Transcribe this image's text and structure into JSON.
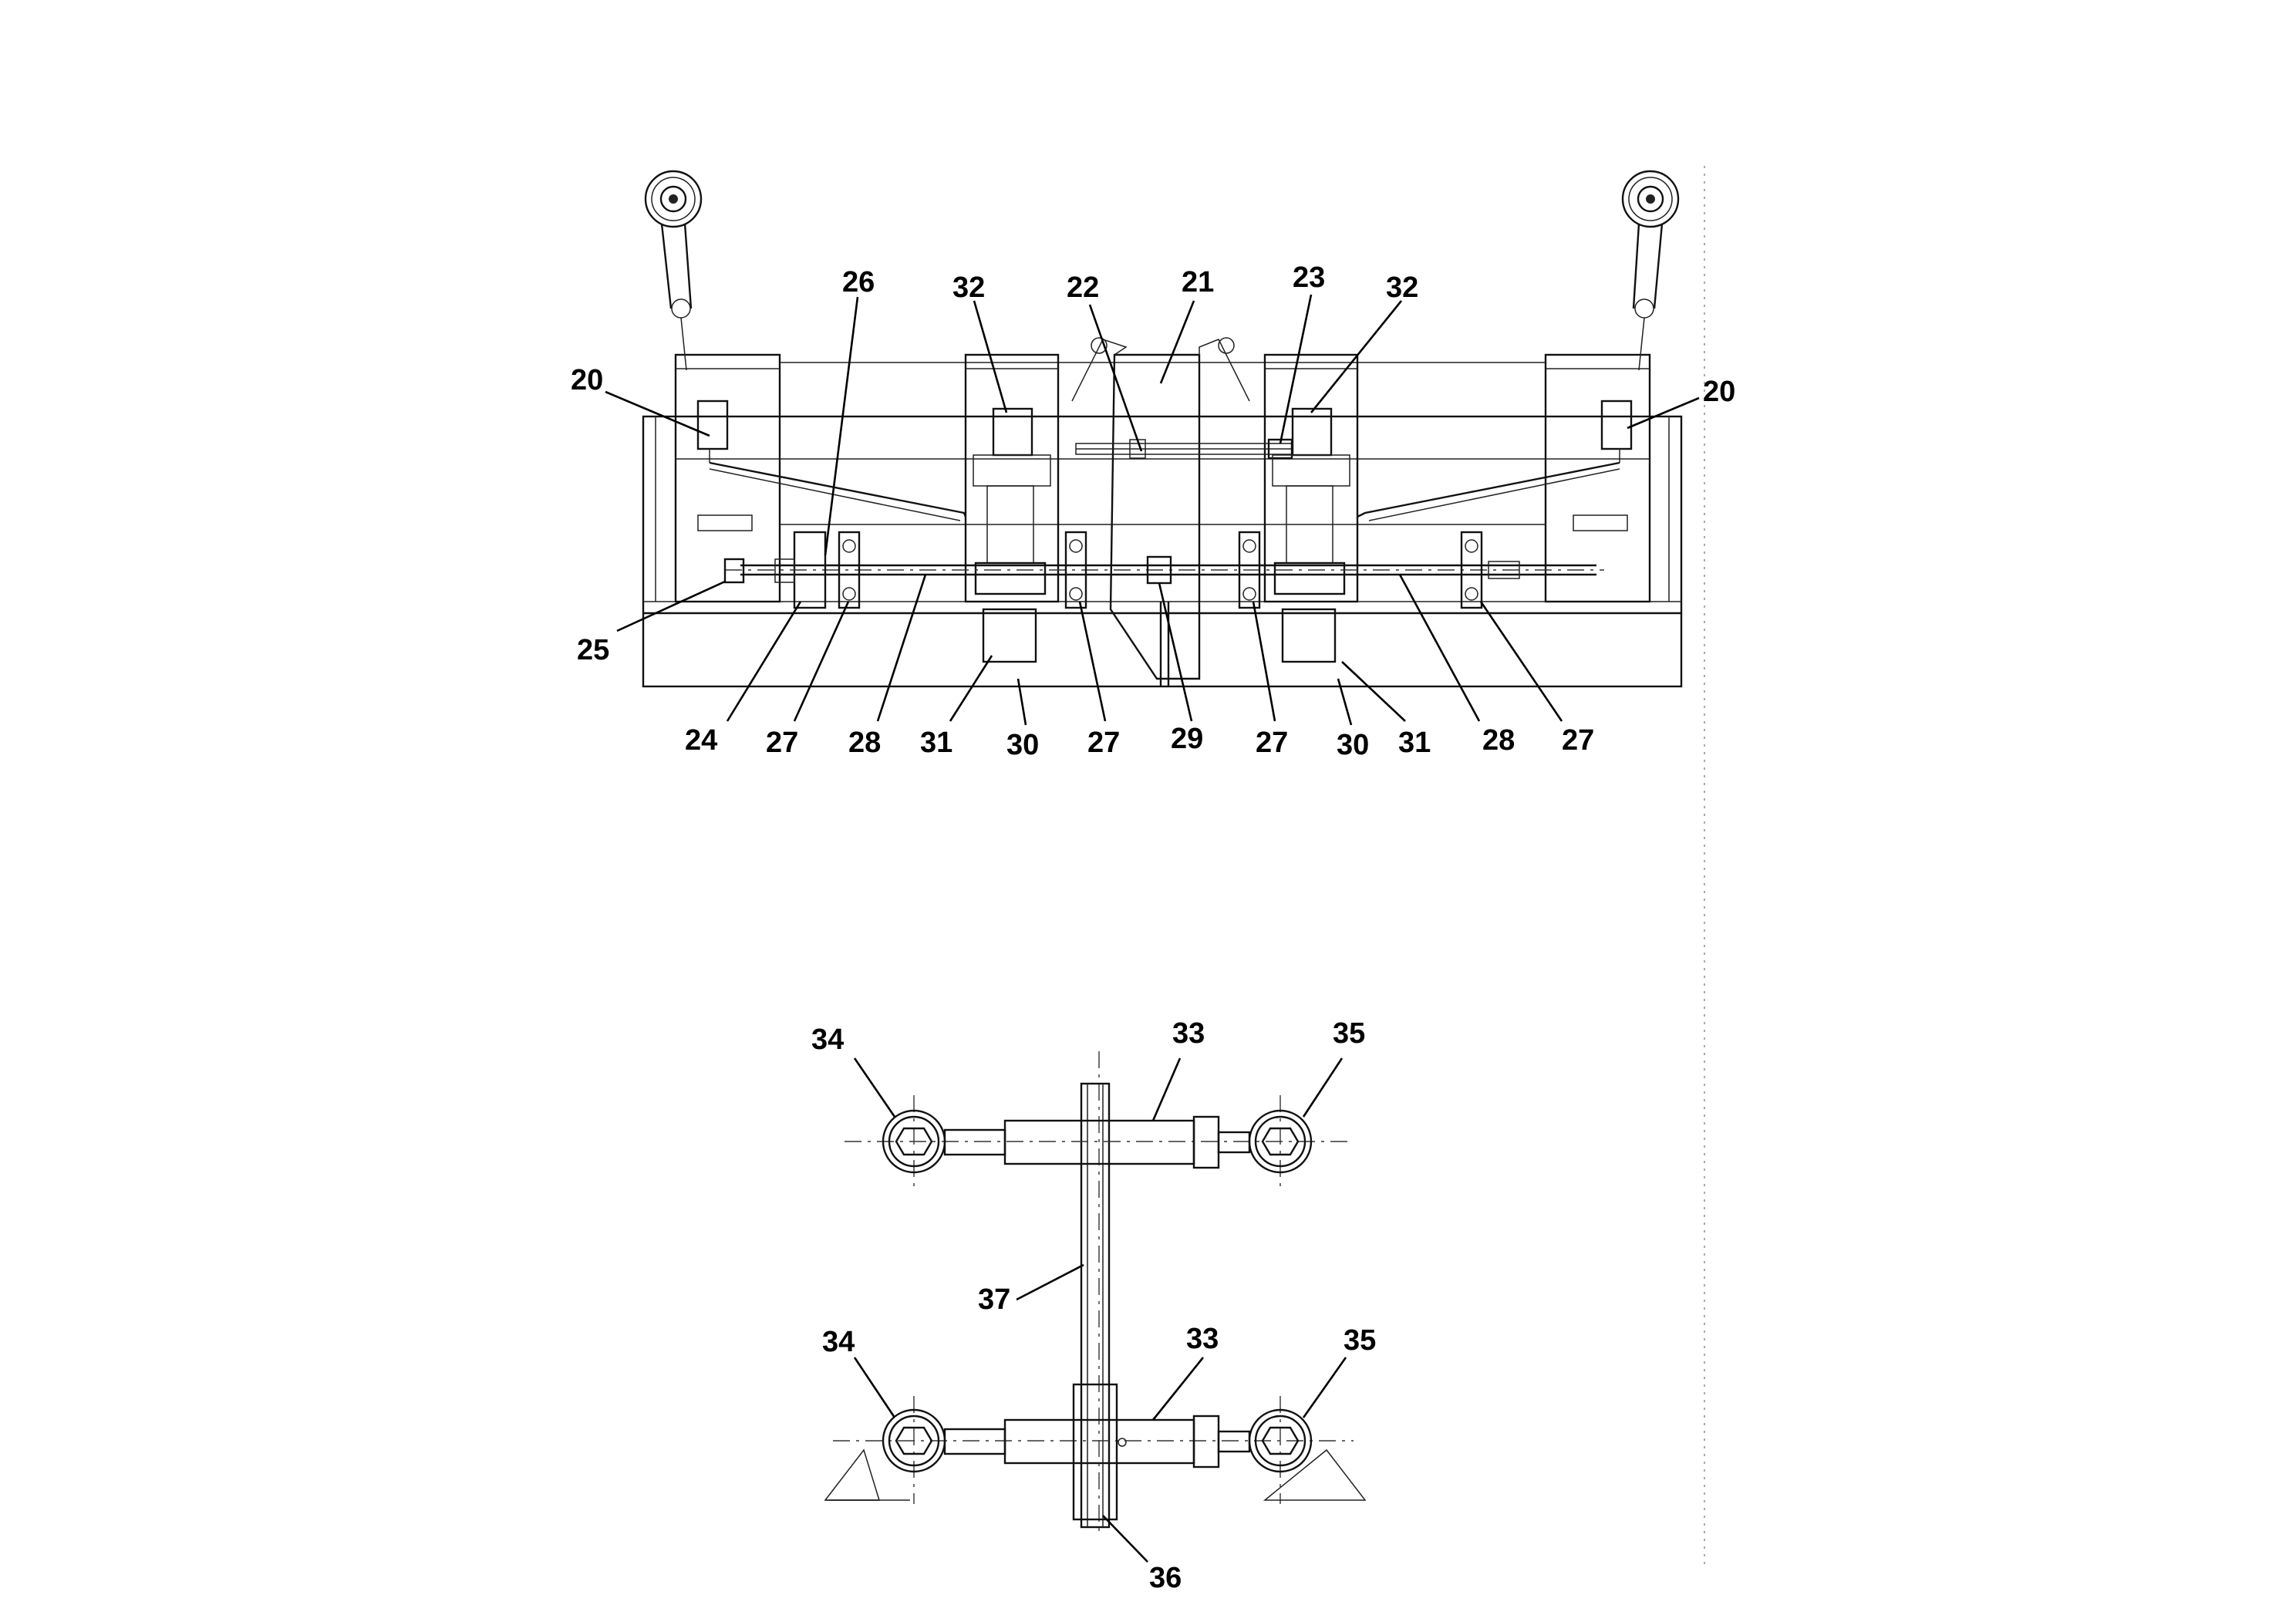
{
  "top_view": {
    "callouts": {
      "c20_left": "20",
      "c20_right": "20",
      "c21": "21",
      "c22": "22",
      "c23": "23",
      "c24": "24",
      "c25": "25",
      "c26": "26",
      "c27_a": "27",
      "c27_b": "27",
      "c27_c": "27",
      "c27_d": "27",
      "c28_left": "28",
      "c28_right": "28",
      "c29": "29",
      "c30_left": "30",
      "c30_right": "30",
      "c31_left": "31",
      "c31_right": "31",
      "c32_left": "32",
      "c32_right": "32"
    }
  },
  "bottom_view": {
    "callouts": {
      "c33_top": "33",
      "c33_bottom": "33",
      "c34_top": "34",
      "c34_bottom": "34",
      "c35_top": "35",
      "c35_bottom": "35",
      "c36": "36",
      "c37": "37"
    }
  }
}
